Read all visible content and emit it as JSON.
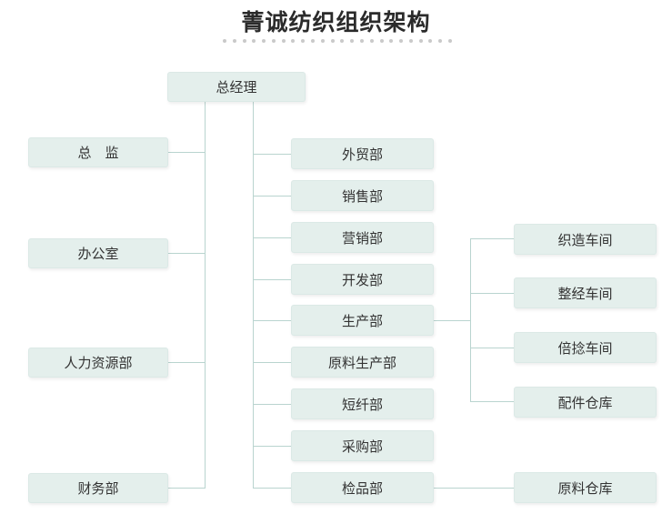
{
  "title": "菁诚纺织组织架构",
  "palette": {
    "box_fill": "#e4efec",
    "box_border": "#dbe9e6",
    "connector": "#b9d4cf",
    "title_color": "#2b2b2b",
    "dot_color": "#c9c9c9",
    "background": "#ffffff"
  },
  "title_dots_count": 24,
  "chart_data": {
    "type": "org-chart",
    "root": {
      "label": "总经理"
    },
    "left_branch": {
      "items": [
        {
          "label": "总　监"
        },
        {
          "label": "办公室"
        },
        {
          "label": "人力资源部"
        },
        {
          "label": "财务部"
        }
      ]
    },
    "center_branch": {
      "items": [
        {
          "label": "外贸部"
        },
        {
          "label": "销售部"
        },
        {
          "label": "营销部"
        },
        {
          "label": "开发部"
        },
        {
          "label": "生产部"
        },
        {
          "label": "原料生产部"
        },
        {
          "label": "短纤部"
        },
        {
          "label": "采购部"
        },
        {
          "label": "检品部"
        }
      ]
    },
    "right_branch_production": {
      "parent": "生产部",
      "items": [
        {
          "label": "织造车间"
        },
        {
          "label": "整经车间"
        },
        {
          "label": "倍捻车间"
        },
        {
          "label": "配件仓库"
        }
      ]
    },
    "right_branch_inspection": {
      "parent": "检品部",
      "items": [
        {
          "label": "原料仓库"
        }
      ]
    }
  }
}
